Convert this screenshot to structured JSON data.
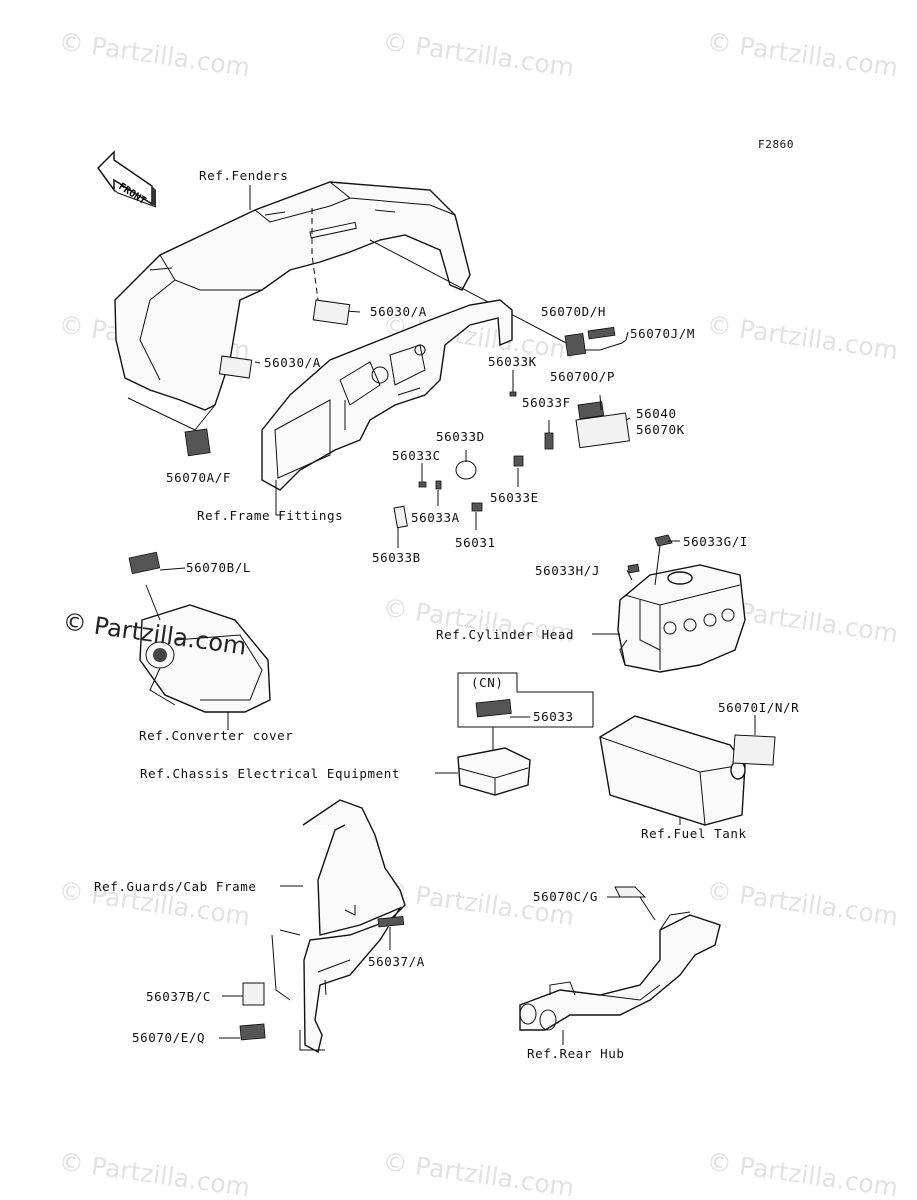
{
  "figure_code": "F2860",
  "front_label": "FRONT",
  "watermarks": [
    "© Partzilla.com",
    "© Partzilla.com",
    "© Partzilla.com",
    "© Partzilla.com",
    "© Partzilla.com",
    "© Partzilla.com",
    "© Partzilla.com",
    "© Partzilla.com",
    "© Partzilla.com",
    "© Partzilla.com",
    "© Partzilla.com",
    "© Partzilla.com",
    "© Partzilla.com",
    "© Partzilla.com"
  ],
  "watermark_dark": "© Partzilla.com",
  "refs": {
    "fenders": "Ref.Fenders",
    "frame_fittings": "Ref.Frame Fittings",
    "cylinder_head": "Ref.Cylinder Head",
    "converter_cover": "Ref.Converter cover",
    "chassis_electrical": "Ref.Chassis Electrical Equipment",
    "fuel_tank": "Ref.Fuel Tank",
    "guards_cab_frame": "Ref.Guards/Cab Frame",
    "rear_hub": "Ref.Rear Hub"
  },
  "cn_label": "(CN)",
  "parts": {
    "p56030_a_top": "56030/A",
    "p56030_a_mid": "56030/A",
    "p56070a_f": "56070A/F",
    "p56070d_h": "56070D/H",
    "p56070j_m": "56070J/M",
    "p56033k": "56033K",
    "p56070o_p": "56070O/P",
    "p56033f": "56033F",
    "p56040": "56040",
    "p56070k": "56070K",
    "p56033d": "56033D",
    "p56033c": "56033C",
    "p56033e": "56033E",
    "p56033a": "56033A",
    "p56031": "56031",
    "p56033b": "56033B",
    "p56070b_l": "56070B/L",
    "p56033h_j": "56033H/J",
    "p56033g_i": "56033G/I",
    "p56033": "56033",
    "p56070i_n_r": "56070I/N/R",
    "p56070c_g": "56070C/G",
    "p56037_a": "56037/A",
    "p56037b_c": "56037B/C",
    "p56070_e_q": "56070/E/Q"
  }
}
